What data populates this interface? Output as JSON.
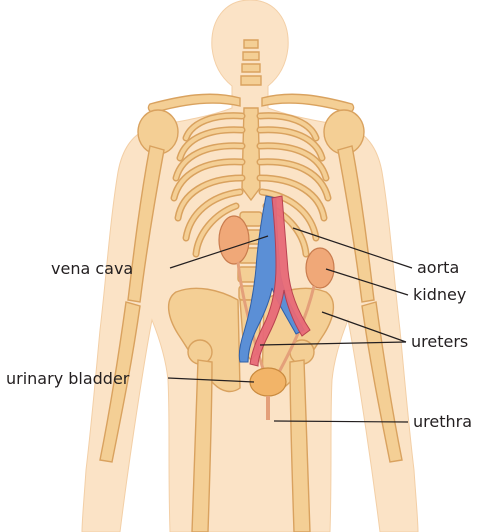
{
  "labels": {
    "vena_cava": "vena cava",
    "aorta": "aorta",
    "kidney": "kidney",
    "urinary_bladder": "urinary bladder",
    "ureters": "ureters",
    "urethra": "urethra"
  },
  "colors": {
    "skin": "#fbe3c6",
    "bone": "#f4cf95",
    "bone_outline": "#d9a25f",
    "vein": "#5b8fd6",
    "artery": "#e86a78",
    "kidney": "#f0a878",
    "bladder": "#f2b468",
    "leader": "#231f20"
  }
}
